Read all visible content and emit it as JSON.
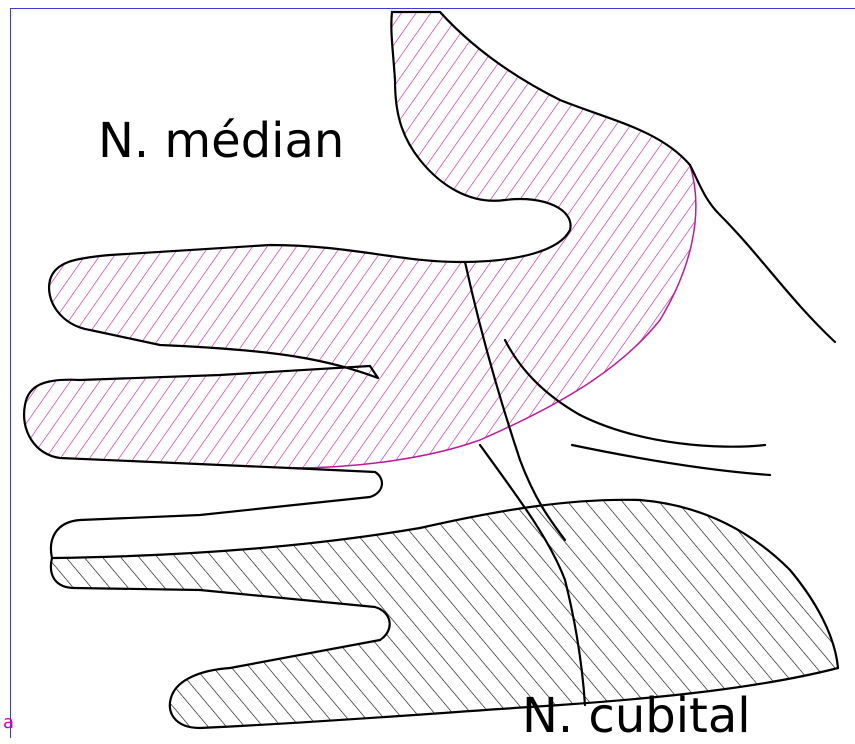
{
  "labels": {
    "median": "N. médian",
    "cubital": "N. cubital",
    "corner": "a"
  },
  "colors": {
    "median_hatch": "#c0189a",
    "cubital_hatch": "#000000",
    "outline": "#000000",
    "frame": "#3b3bd6"
  }
}
